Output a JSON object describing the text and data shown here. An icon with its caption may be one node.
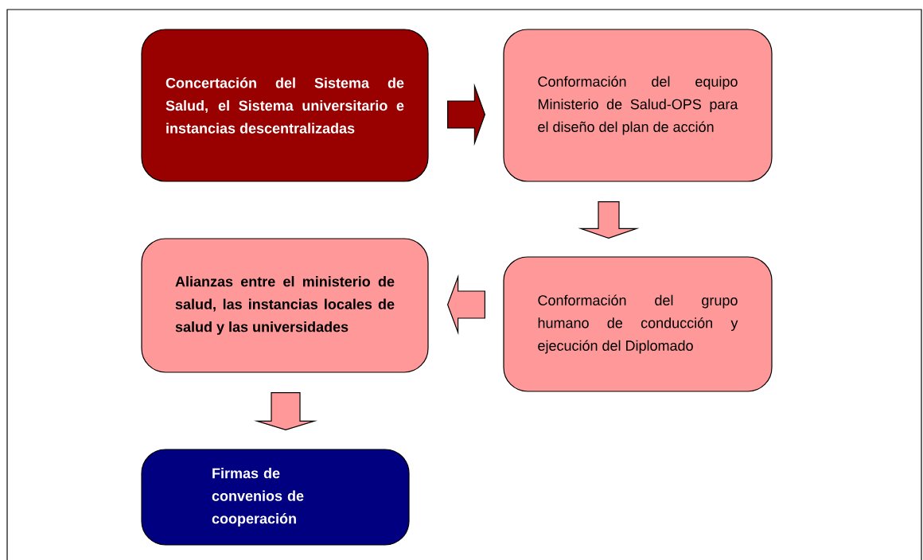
{
  "diagram": {
    "nodes": [
      {
        "text": [
          "Concertación  del Sistema de Salud, el Sistema universitario e instancias descentralizadas"
        ]
      },
      {
        "text": [
          "Conformación del equipo Ministerio de Salud-OPS para el diseño del plan de acción"
        ]
      },
      {
        "text": [
          "Alianzas entre el ministerio de salud, las instancias locales de salud  y las universidades"
        ]
      },
      {
        "text": [
          "Conformación del grupo humano de conducción y ejecución del Diplomado"
        ]
      },
      {
        "text": [
          "Firmas de convenios de cooperación"
        ]
      }
    ],
    "edges": [
      {
        "from": 0,
        "to": 1,
        "arrow": "to",
        "color": "#990000"
      },
      {
        "from": 1,
        "to": 3,
        "arrow": "to"
      },
      {
        "from": 3,
        "to": 2,
        "arrow": "to"
      },
      {
        "from": 2,
        "to": 4,
        "arrow": "to"
      }
    ]
  }
}
